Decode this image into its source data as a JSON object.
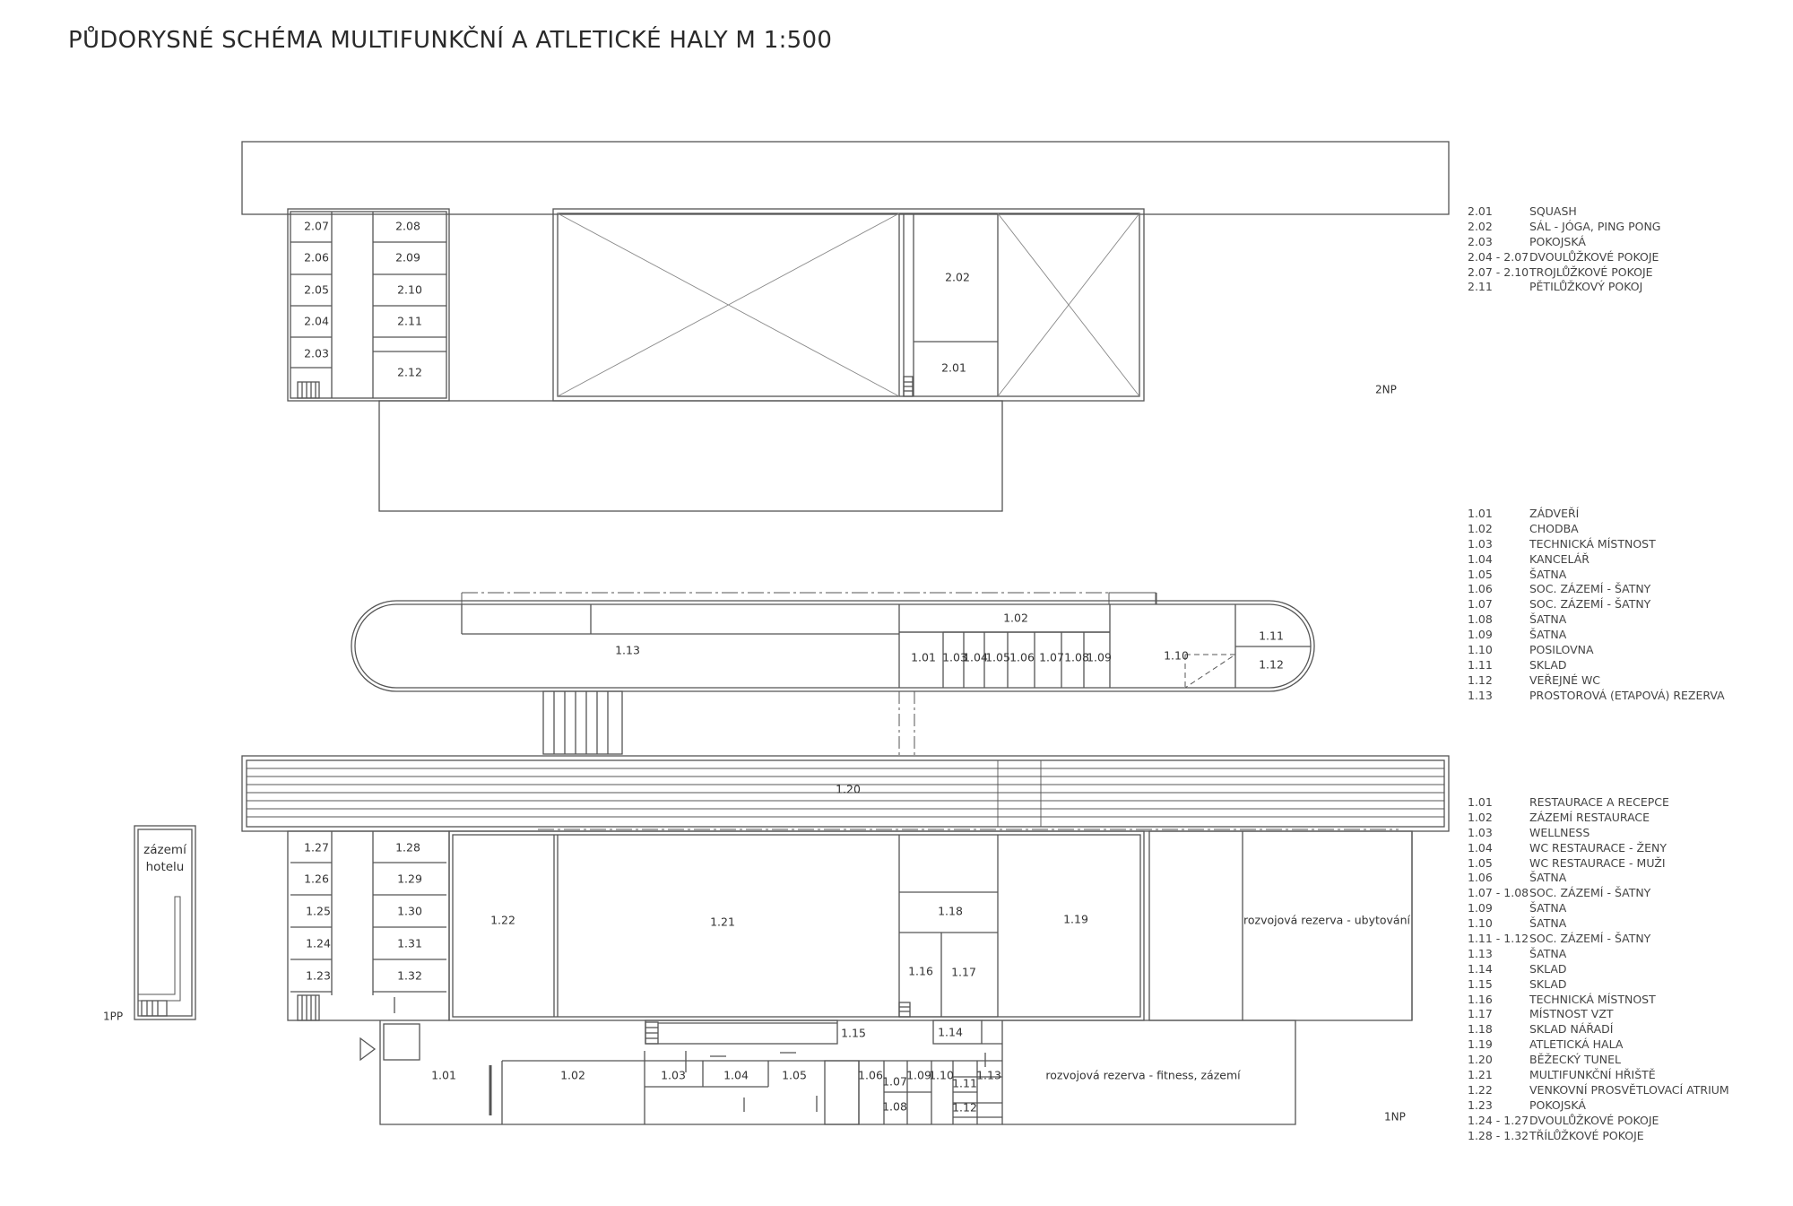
{
  "title": "PŮDORYSNÉ SCHÉMA MULTIFUNKČNÍ A ATLETICKÉ HALY M 1:500",
  "floor_labels": {
    "np2": "2NP",
    "np1": "1NP",
    "pp1": "1PP"
  },
  "rooms_2np": {
    "r207": "2.07",
    "r206": "2.06",
    "r205": "2.05",
    "r204": "2.04",
    "r203": "2.03",
    "r208": "2.08",
    "r209": "2.09",
    "r210": "2.10",
    "r211": "2.11",
    "r212": "2.12",
    "r202": "2.02",
    "r201": "2.01"
  },
  "rooms_1np_upper": {
    "r113": "1.13",
    "r102": "1.02",
    "r101": "1.01",
    "r103": "1.03",
    "r104": "1.04",
    "r105": "1.05",
    "r106": "1.06",
    "r107": "1.07",
    "r108": "1.08",
    "r109": "1.09",
    "r110": "1.10",
    "r111": "1.11",
    "r112": "1.12"
  },
  "rooms_1np_lower": {
    "r120": "1.20",
    "r127": "1.27",
    "r126": "1.26",
    "r125": "1.25",
    "r124": "1.24",
    "r123": "1.23",
    "r128": "1.28",
    "r129": "1.29",
    "r130": "1.30",
    "r131": "1.31",
    "r132": "1.32",
    "r122": "1.22",
    "r121": "1.21",
    "r118": "1.18",
    "r116": "1.16",
    "r117": "1.17",
    "r119": "1.19",
    "r115": "1.15",
    "r114": "1.14",
    "r101": "1.01",
    "r102": "1.02",
    "r103": "1.03",
    "r104": "1.04",
    "r105": "1.05",
    "r106": "1.06",
    "r107": "1.07",
    "r108": "1.08",
    "r109": "1.09",
    "r110": "1.10",
    "r111": "1.11",
    "r112": "1.12",
    "r113": "1.13",
    "reserve_housing": "rozvojová rezerva - ubytování",
    "reserve_fitness": "rozvojová rezerva - fitness, zázemí",
    "hotel_line1": "zázemí",
    "hotel_line2": "hotelu"
  },
  "legend_2np": [
    {
      "code": "2.01",
      "label": "SQUASH"
    },
    {
      "code": "2.02",
      "label": "SÁL - JÓGA, PING PONG"
    },
    {
      "code": "2.03",
      "label": "POKOJSKÁ"
    },
    {
      "code": "2.04 - 2.07",
      "label": "DVOULŮŽKOVÉ POKOJE"
    },
    {
      "code": "2.07 - 2.10",
      "label": "TROJLŮŽKOVÉ POKOJE"
    },
    {
      "code": "2.11",
      "label": "PĚTILŮŽKOVÝ POKOJ"
    }
  ],
  "legend_1np_upper": [
    {
      "code": "1.01",
      "label": "ZÁDVEŘÍ"
    },
    {
      "code": "1.02",
      "label": "CHODBA"
    },
    {
      "code": "1.03",
      "label": "TECHNICKÁ MÍSTNOST"
    },
    {
      "code": "1.04",
      "label": "KANCELÁŘ"
    },
    {
      "code": "1.05",
      "label": "ŠATNA"
    },
    {
      "code": "1.06",
      "label": "SOC. ZÁZEMÍ - ŠATNY"
    },
    {
      "code": "1.07",
      "label": "SOC. ZÁZEMÍ - ŠATNY"
    },
    {
      "code": "1.08",
      "label": "ŠATNA"
    },
    {
      "code": "1.09",
      "label": "ŠATNA"
    },
    {
      "code": "1.10",
      "label": "POSILOVNA"
    },
    {
      "code": "1.11",
      "label": "SKLAD"
    },
    {
      "code": "1.12",
      "label": "VEŘEJNÉ WC"
    },
    {
      "code": "1.13",
      "label": "PROSTOROVÁ (ETAPOVÁ) REZERVA"
    }
  ],
  "legend_1np_lower": [
    {
      "code": "1.01",
      "label": "RESTAURACE A RECEPCE"
    },
    {
      "code": "1.02",
      "label": "ZÁZEMÍ RESTAURACE"
    },
    {
      "code": "1.03",
      "label": "WELLNESS"
    },
    {
      "code": "1.04",
      "label": "WC RESTAURACE - ŽENY"
    },
    {
      "code": "1.05",
      "label": "WC RESTAURACE - MUŽI"
    },
    {
      "code": "1.06",
      "label": "ŠATNA"
    },
    {
      "code": "1.07 - 1.08",
      "label": "SOC. ZÁZEMÍ - ŠATNY"
    },
    {
      "code": "1.09",
      "label": "ŠATNA"
    },
    {
      "code": "1.10",
      "label": "ŠATNA"
    },
    {
      "code": "1.11 - 1.12",
      "label": "SOC. ZÁZEMÍ - ŠATNY"
    },
    {
      "code": "1.13",
      "label": "ŠATNA"
    },
    {
      "code": "1.14",
      "label": "SKLAD"
    },
    {
      "code": "1.15",
      "label": "SKLAD"
    },
    {
      "code": "1.16",
      "label": "TECHNICKÁ MÍSTNOST"
    },
    {
      "code": "1.17",
      "label": "MÍSTNOST VZT"
    },
    {
      "code": "1.18",
      "label": "SKLAD NÁŘADÍ"
    },
    {
      "code": "1.19",
      "label": "ATLETICKÁ HALA"
    },
    {
      "code": "1.20",
      "label": "BĚŽECKÝ TUNEL"
    },
    {
      "code": "1.21",
      "label": "MULTIFUNKČNÍ HŘIŠTĚ"
    },
    {
      "code": "1.22",
      "label": "VENKOVNÍ PROSVĚTLOVACÍ ATRIUM"
    },
    {
      "code": "1.23",
      "label": "POKOJSKÁ"
    },
    {
      "code": "1.24 - 1.27",
      "label": "DVOULŮŽKOVÉ POKOJE"
    },
    {
      "code": "1.28 - 1.32",
      "label": "TŘÍLŮŽKOVÉ POKOJE"
    }
  ]
}
